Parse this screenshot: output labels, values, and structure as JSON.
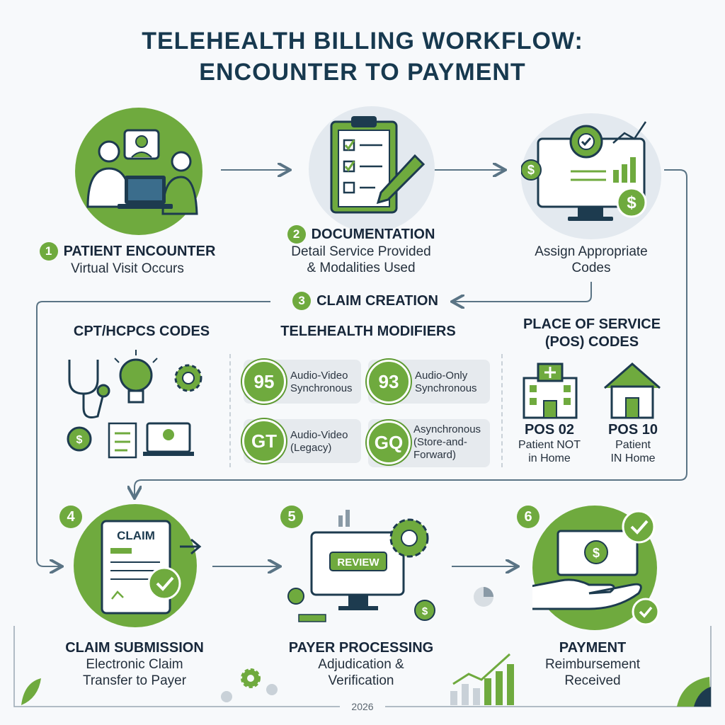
{
  "title": {
    "line1": "TELEHEALTH BILLING WORKFLOW:",
    "line2": "ENCOUNTER TO PAYMENT"
  },
  "steps": {
    "s1": {
      "number": "1",
      "heading": "PATIENT ENCOUNTER",
      "sub": "Virtual Visit Occurs"
    },
    "s2": {
      "number": "2",
      "heading": "DOCUMENTATION",
      "sub1": "Detail Service Provided",
      "sub2": "& Modalities Used"
    },
    "coding": {
      "sub1": "Assign Appropriate",
      "sub2": "Codes"
    },
    "s3": {
      "number": "3",
      "heading": "CLAIM CREATION"
    },
    "s4": {
      "number": "4",
      "heading": "CLAIM SUBMISSION",
      "sub1": "Electronic Claim",
      "sub2": "Transfer to Payer",
      "doc_label": "CLAIM"
    },
    "s5": {
      "number": "5",
      "heading": "PAYER PROCESSING",
      "sub1": "Adjudication &",
      "sub2": "Verification",
      "screen_label": "REVIEW"
    },
    "s6": {
      "number": "6",
      "heading": "PAYMENT",
      "sub1": "Reimbursement",
      "sub2": "Received"
    }
  },
  "claim_creation": {
    "cpt_heading": "CPT/HCPCS CODES",
    "modifiers_heading": "TELEHEALTH MODIFIERS",
    "pos_heading_1": "PLACE OF SERVICE",
    "pos_heading_2": "(POS) CODES",
    "modifiers": [
      {
        "code": "95",
        "line1": "Audio-Video",
        "line2": "Synchronous"
      },
      {
        "code": "93",
        "line1": "Audio-Only",
        "line2": "Synchronous"
      },
      {
        "code": "GT",
        "line1": "Audio-Video",
        "line2": "(Legacy)"
      },
      {
        "code": "GQ",
        "line1": "Asynchronous",
        "line2": "(Store-and-",
        "line3": "Forward)"
      }
    ],
    "pos": [
      {
        "code": "POS 02",
        "line1": "Patient NOT",
        "line2": "in Home"
      },
      {
        "code": "POS 10",
        "line1": "Patient",
        "line2": "IN Home"
      }
    ]
  },
  "footer": {
    "year": "2026"
  },
  "colors": {
    "green": "#6faa3e",
    "navy": "#17394f",
    "arrow": "#5a7485",
    "light": "#e3e9ef"
  },
  "icons": [
    "doctor-icon",
    "laptop-icon",
    "clipboard-icon",
    "pencil-icon",
    "gear-icon",
    "dollar-icon",
    "stethoscope-icon",
    "lightbulb-icon",
    "hospital-icon",
    "house-icon",
    "claim-document-icon",
    "checkmark-icon",
    "monitor-icon",
    "cash-icon",
    "hand-icon",
    "bar-chart-icon"
  ]
}
